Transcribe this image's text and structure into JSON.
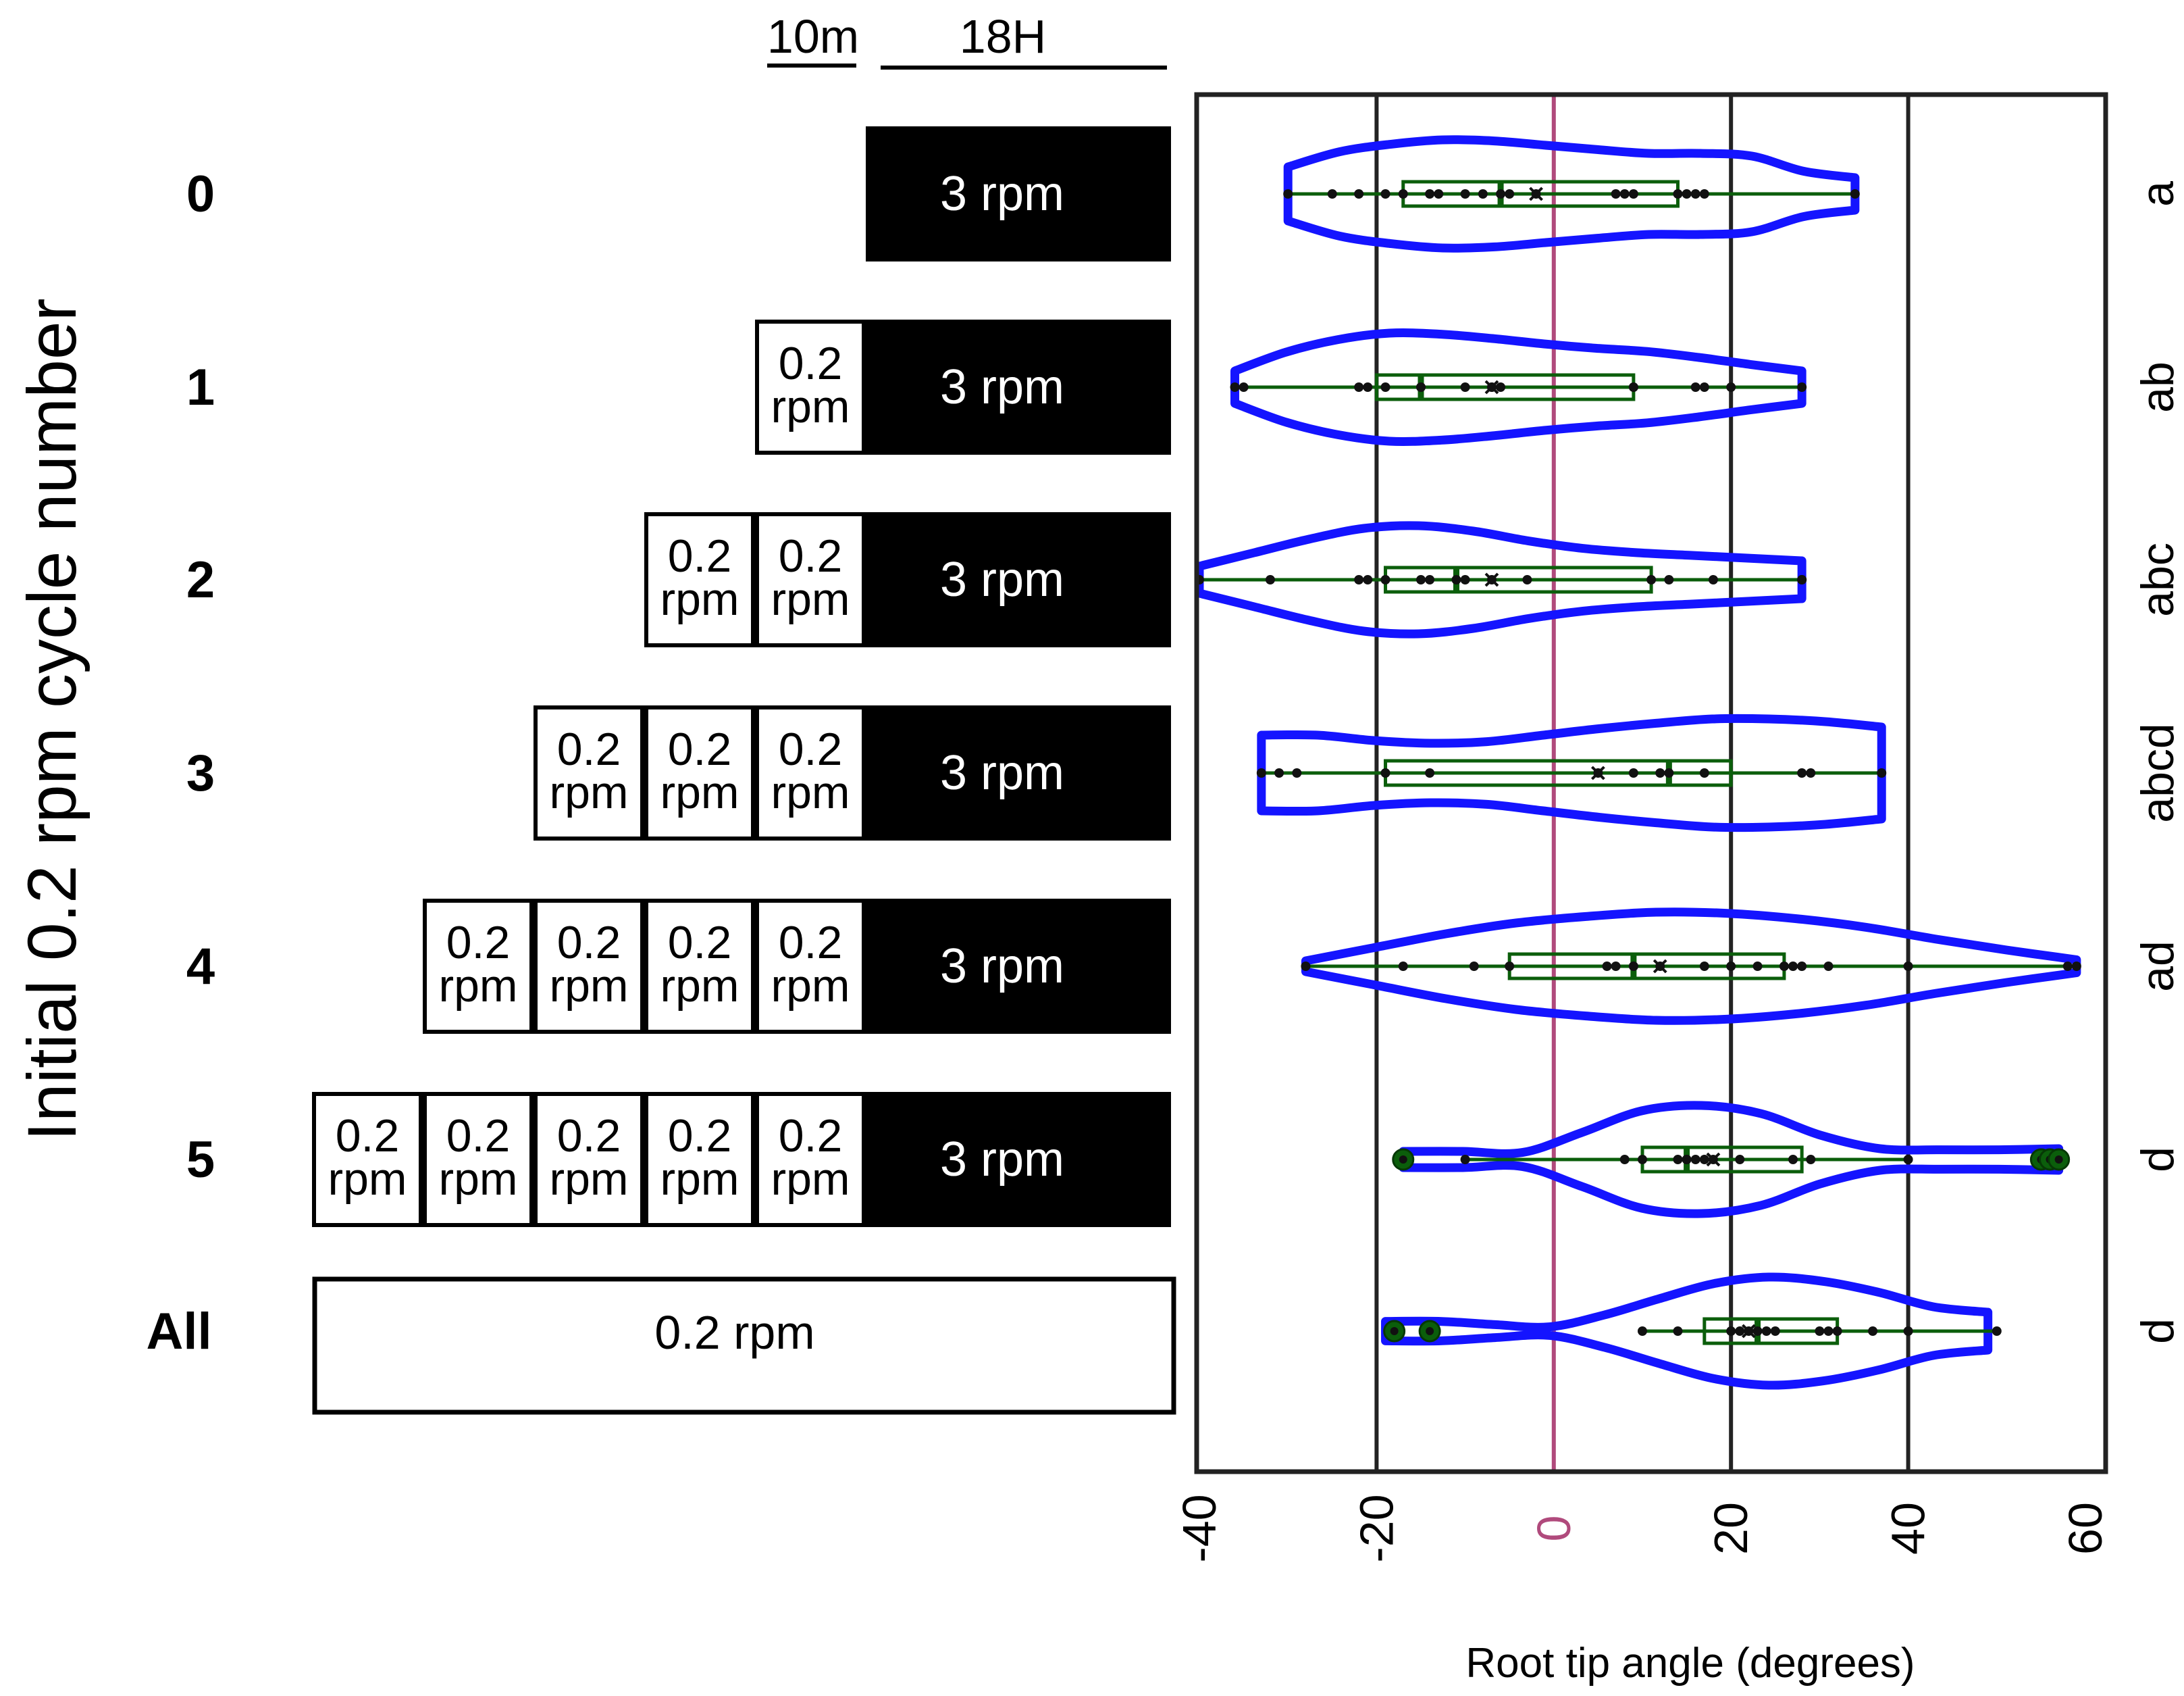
{
  "chart_data": {
    "type": "violin",
    "ylabel": "Initial 0.2 rpm cycle number",
    "xlabel": "Root tip angle (degrees)",
    "xlim": [
      -40,
      60
    ],
    "xticks": [
      -40,
      -20,
      0,
      20,
      40,
      60
    ],
    "vertical_gridlines": [
      -20,
      20,
      40
    ],
    "reference_line": 0,
    "scale_bars": {
      "short": "10m",
      "long": "18H"
    },
    "protocol_labels": {
      "slow": "0.2\nrpm",
      "fast": "3 rpm",
      "all": "0.2 rpm"
    },
    "colors": {
      "violin": "#1414ff",
      "box": "#0b5e0b",
      "zero_line": "#b04a7c",
      "fast_block": "#000000"
    },
    "groups": [
      {
        "label": "0",
        "cycles": 0,
        "significance": "a",
        "min": -30,
        "q1": -17,
        "median": -6,
        "mean": -2,
        "q3": 14,
        "max": 34,
        "points": [
          -30,
          -25,
          -22,
          -19,
          -17,
          -14,
          -13,
          -10,
          -8,
          -6,
          -5,
          -2,
          7,
          8,
          9,
          14,
          15,
          16,
          17,
          34
        ],
        "outliers": [],
        "shape": {
          "lo": -30,
          "hi": 34,
          "half_widths": [
            0.5,
            0.78,
            0.92,
            1.0,
            0.98,
            0.9,
            0.82,
            0.75,
            0.75,
            0.7,
            0.42,
            0.3
          ]
        }
      },
      {
        "label": "1",
        "cycles": 1,
        "significance": "ab",
        "min": -36,
        "q1": -20,
        "median": -15,
        "mean": -7,
        "q3": 9,
        "max": 28,
        "points": [
          -36,
          -35,
          -22,
          -21,
          -19,
          -15,
          -15,
          -10,
          -7,
          -7,
          -6,
          9,
          9,
          16,
          17,
          20,
          28
        ],
        "outliers": [],
        "shape": {
          "lo": -36,
          "hi": 28,
          "half_widths": [
            0.3,
            0.65,
            0.88,
            1.0,
            0.98,
            0.9,
            0.8,
            0.72,
            0.66,
            0.55,
            0.42,
            0.3
          ]
        }
      },
      {
        "label": "2",
        "cycles": 2,
        "significance": "abc",
        "min": -40,
        "q1": -19,
        "median": -11,
        "mean": -7,
        "q3": 11,
        "max": 28,
        "points": [
          -40,
          -32,
          -22,
          -21,
          -19,
          -15,
          -14,
          -11,
          -10,
          -7,
          -3,
          11,
          13,
          18,
          28,
          28
        ],
        "outliers": [],
        "shape": {
          "lo": -40,
          "hi": 28,
          "half_widths": [
            0.25,
            0.5,
            0.75,
            0.95,
            1.0,
            0.9,
            0.72,
            0.58,
            0.5,
            0.45,
            0.4,
            0.35
          ]
        }
      },
      {
        "label": "3",
        "cycles": 3,
        "significance": "abcd",
        "min": -33,
        "q1": -19,
        "median": 13,
        "mean": 5,
        "q3": 20,
        "max": 37,
        "points": [
          -33,
          -31,
          -29,
          -19,
          -14,
          5,
          9,
          12,
          13,
          17,
          28,
          29,
          37
        ],
        "outliers": [],
        "shape": {
          "lo": -33,
          "hi": 37,
          "half_widths": [
            0.7,
            0.7,
            0.6,
            0.55,
            0.58,
            0.7,
            0.82,
            0.92,
            1.0,
            1.0,
            0.95,
            0.85
          ]
        }
      },
      {
        "label": "4",
        "cycles": 4,
        "significance": "ad",
        "min": -28,
        "q1": -5,
        "median": 9,
        "mean": 12,
        "q3": 26,
        "max": 59,
        "points": [
          -28,
          -17,
          -9,
          -5,
          6,
          7,
          9,
          9,
          12,
          17,
          20,
          23,
          26,
          27,
          28,
          31,
          40,
          58,
          59
        ],
        "outliers": [],
        "shape": {
          "lo": -28,
          "hi": 59,
          "half_widths": [
            0.1,
            0.35,
            0.6,
            0.8,
            0.92,
            1.0,
            0.98,
            0.88,
            0.72,
            0.5,
            0.3,
            0.12
          ]
        }
      },
      {
        "label": "5",
        "cycles": 5,
        "significance": "d",
        "min": -10,
        "q1": 10,
        "median": 15,
        "mean": 18,
        "q3": 28,
        "max": 40,
        "points": [
          -10,
          8,
          10,
          14,
          15,
          15,
          16,
          17,
          18,
          21,
          27,
          29,
          40
        ],
        "outliers": [
          -17,
          55,
          56,
          57
        ],
        "shape": {
          "lo": -17,
          "hi": 57,
          "half_widths": [
            0.15,
            0.15,
            0.13,
            0.5,
            0.9,
            1.0,
            0.85,
            0.45,
            0.2,
            0.18,
            0.18,
            0.2
          ]
        }
      },
      {
        "label": "All",
        "cycles": "all",
        "significance": "d",
        "min": 10,
        "q1": 17,
        "median": 23,
        "mean": 22,
        "q3": 32,
        "max": 50,
        "points": [
          10,
          14,
          20,
          21,
          22,
          23,
          24,
          25,
          30,
          31,
          32,
          36,
          40,
          50
        ],
        "outliers": [
          -18,
          -14
        ],
        "shape": {
          "lo": -19,
          "hi": 49,
          "half_widths": [
            0.18,
            0.18,
            0.12,
            0.08,
            0.3,
            0.6,
            0.88,
            1.0,
            0.92,
            0.72,
            0.45,
            0.35
          ]
        }
      }
    ]
  }
}
